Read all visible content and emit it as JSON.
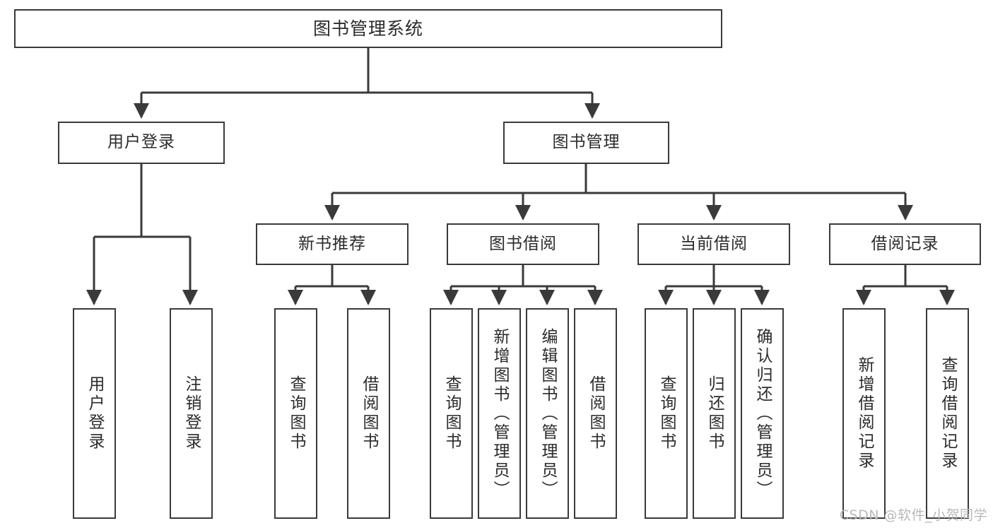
{
  "diagram": {
    "type": "tree",
    "title": "图书管理系统",
    "orientation": "top-down",
    "colors": {
      "box_border": "#3a3a3a",
      "box_fill": "#ffffff",
      "connector": "#3a3a3a",
      "text": "#2b2b2b",
      "watermark": "#b9b9b9"
    },
    "root": {
      "label": "图书管理系统"
    },
    "level2": [
      {
        "id": "user-login",
        "label": "用户登录"
      },
      {
        "id": "book-management",
        "label": "图书管理"
      }
    ],
    "level3": [
      {
        "id": "new-book-recommend",
        "label": "新书推荐"
      },
      {
        "id": "book-borrow",
        "label": "图书借阅"
      },
      {
        "id": "current-borrow",
        "label": "当前借阅"
      },
      {
        "id": "borrow-record",
        "label": "借阅记录"
      }
    ],
    "leaves": {
      "user_login": [
        {
          "id": "leaf-user-login",
          "label": "用户登录"
        },
        {
          "id": "leaf-logout",
          "label": "注销登录"
        }
      ],
      "new_book_recommend": [
        {
          "id": "leaf-query-book-1",
          "label": "查询图书"
        },
        {
          "id": "leaf-borrow-book-1",
          "label": "借阅图书"
        }
      ],
      "book_borrow": [
        {
          "id": "leaf-query-book-2",
          "label": "查询图书"
        },
        {
          "id": "leaf-add-book",
          "label": "新增图书（管理员）"
        },
        {
          "id": "leaf-edit-book",
          "label": "编辑图书（管理员）"
        },
        {
          "id": "leaf-borrow-book-2",
          "label": "借阅图书"
        }
      ],
      "current_borrow": [
        {
          "id": "leaf-query-book-3",
          "label": "查询图书"
        },
        {
          "id": "leaf-return-book",
          "label": "归还图书"
        },
        {
          "id": "leaf-confirm-return",
          "label": "确认归还（管理员）"
        }
      ],
      "borrow_record": [
        {
          "id": "leaf-add-record",
          "label": "新增借阅记录"
        },
        {
          "id": "leaf-query-record",
          "label": "查询借阅记录"
        }
      ]
    }
  },
  "watermark": {
    "text": "CSDN @软件_小贺同学"
  }
}
